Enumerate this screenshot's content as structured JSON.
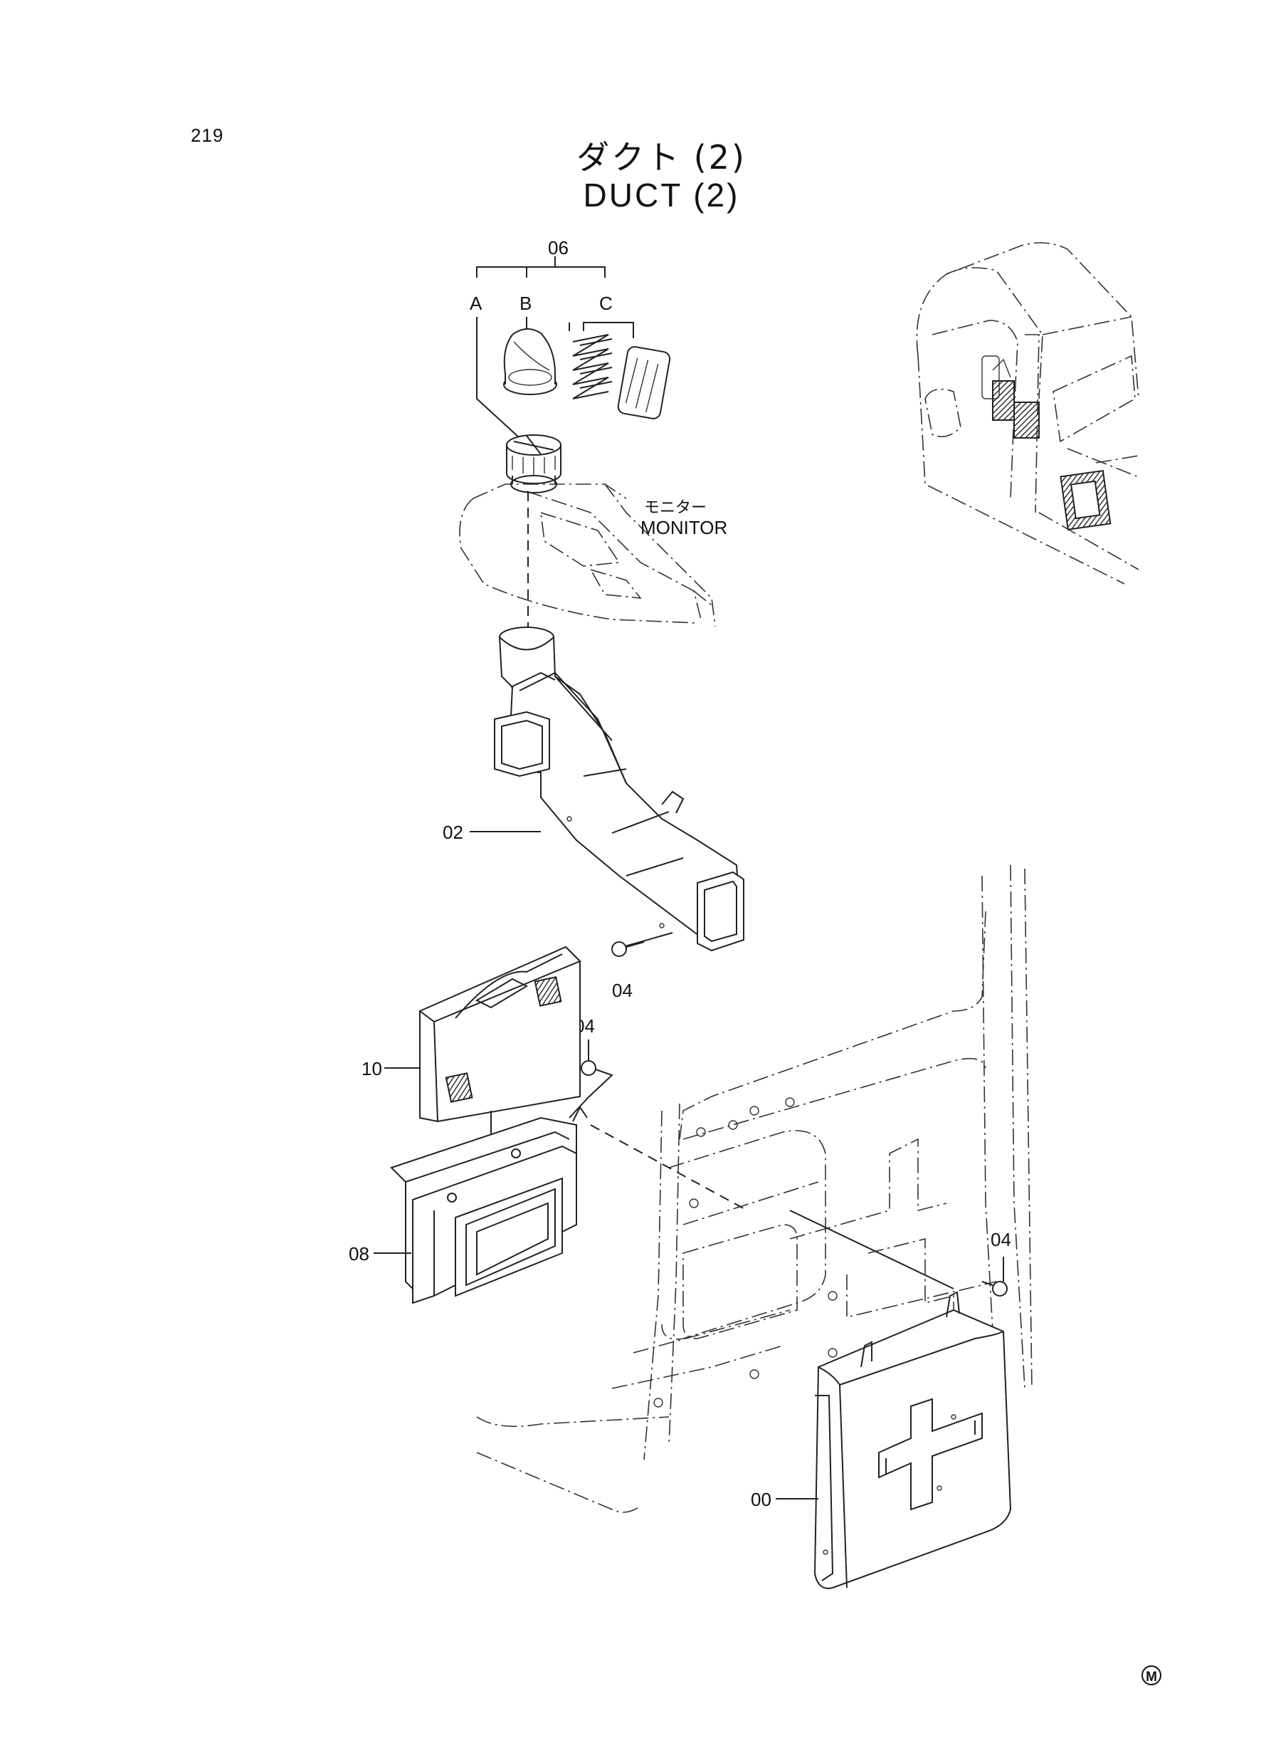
{
  "page_number": "219",
  "title_jp": "ダクト (2)",
  "title_en": "DUCT (2)",
  "callouts": {
    "assembly": "06",
    "sub_a": "A",
    "sub_b": "B",
    "sub_c": "C",
    "duct": "02",
    "bolt_1": "04",
    "bolt_2": "04",
    "bolt_3": "04",
    "filter": "10",
    "frame": "08",
    "cover": "00"
  },
  "monitor_jp": "モニター",
  "monitor_en": "MONITOR",
  "mark": "M"
}
